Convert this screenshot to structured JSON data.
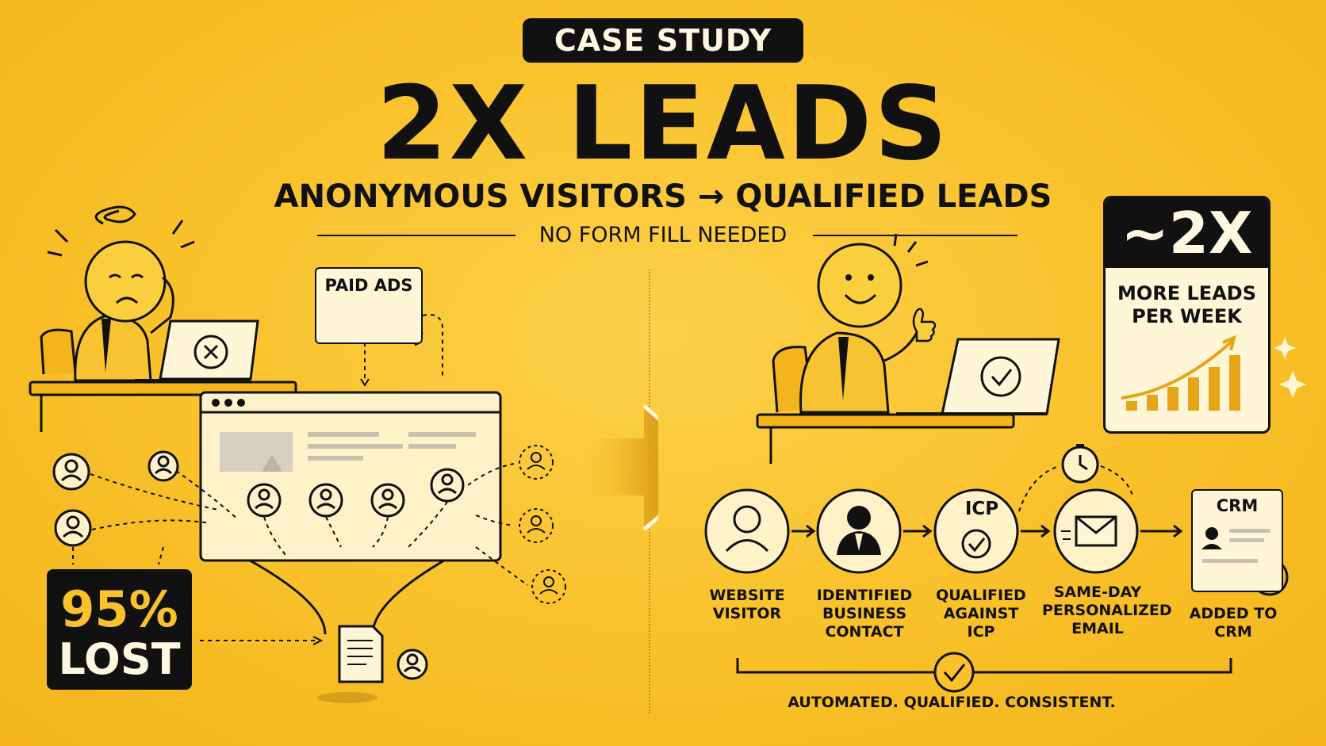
{
  "header": {
    "tag": "CASE STUDY",
    "headline": "2X LEADS",
    "subheadline": "ANONYMOUS VISITORS → QUALIFIED LEADS",
    "tagline": "NO FORM FILL NEEDED"
  },
  "before": {
    "ad_card_label": "PAID ADS",
    "lost_percent": "95%",
    "lost_label": "LOST"
  },
  "after": {
    "stat_value": "~2X",
    "stat_label_line1": "MORE LEADS",
    "stat_label_line2": "PER WEEK",
    "icp_badge": "ICP",
    "crm_card_title": "CRM",
    "steps": [
      {
        "line1": "WEBSITE",
        "line2": "VISITOR",
        "line3": ""
      },
      {
        "line1": "IDENTIFIED",
        "line2": "BUSINESS",
        "line3": "CONTACT"
      },
      {
        "line1": "QUALIFIED",
        "line2": "AGAINST",
        "line3": "ICP"
      },
      {
        "line1": "SAME-DAY",
        "line2": "PERSONALIZED",
        "line3": "EMAIL"
      },
      {
        "line1": "ADDED TO",
        "line2": "CRM",
        "line3": ""
      }
    ],
    "footer": "AUTOMATED. QUALIFIED. CONSISTENT."
  },
  "colors": {
    "background": "#f9c12a",
    "ink": "#111111",
    "card": "#fff6d8",
    "accent_gold": "#e6a417"
  }
}
